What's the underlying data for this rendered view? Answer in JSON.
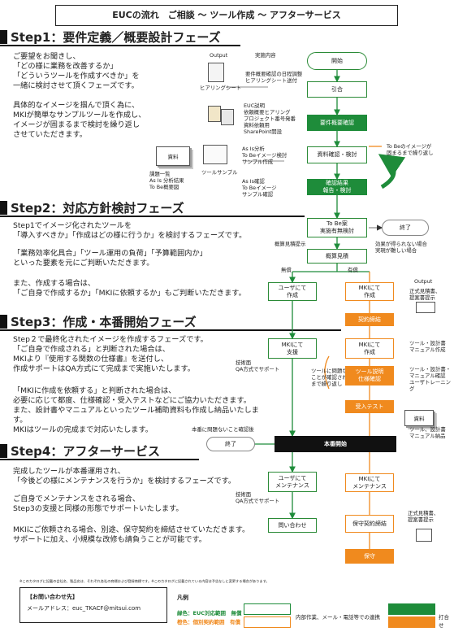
{
  "header": {
    "title": "EUCの流れ　ご相談 ～ ツール作成 ～ アフターサービス"
  },
  "steps": {
    "s1": {
      "title": "Step1：要件定義／概要設計フェーズ"
    },
    "s2": {
      "title": "Step2：対応方針検討フェーズ"
    },
    "s3": {
      "title": "Step3：作成・本番開始フェーズ"
    },
    "s4": {
      "title": "Step4：アフターサービス"
    }
  },
  "text": {
    "s1a": "ご要望をお聞きし、\n「どの様に業務を改善するか」\n「どういうツールを作成すべきか」を\n一緒に検討させて頂くフェーズです。",
    "s1b": "具体的なイメージを掴んで頂く為に、\nMKIが簡単なサンプルツールを作成し、\nイメージが固まるまで検討を繰り返し\nさせていただきます。",
    "s2a": "Step1でイメージ化されたツールを\n「導入すべきか」「作成はどの様に行うか」を検討するフェーズです。",
    "s2b": "「業務効率化具合」「ツール運用の負荷」「予算範囲内か」\nといった要素を元にご判断いただきます。",
    "s2c": "また、作成する場合は、\n「ご自身で作成するか」「MKIに依頼するか」もご判断いただきます。",
    "s3a": "Step２で最終化されたイメージを作成するフェーズです。\n「ご自身で作成される」と判断された場合は、\nMKIより『使用する関数の仕様書』を送付し、\n作成サポートはQA方式にて完成まで実施いたします。",
    "s3b": "「MKIに作成を依頼する」と判断された場合は、\n必要に応じて都度、仕様確認・受入テストなどにご協力いただきます。\nまた、設計書やマニュアルといったツール補助資料も作成し納品いたします。\nMKIはツールの完成まで対応いたします。",
    "s4a": "完成したツールが本番運用され、\n「今後どの様にメンテナンスを行うか」を検討するフェーズです。",
    "s4b": "ご自身でメンテナンスをされる場合、\nStep3の支援と同様の形態でサポートいたします。",
    "s4c": "MKIにご依頼される場合、別途、保守契約を締結させていただきます。\nサポートに加え、小規模な改修も請負うことが可能です。"
  },
  "diagram": {
    "output_label": "Output",
    "jisshi_label": "実施内容",
    "hearing_sheet": "ヒアリングシート",
    "item_hearing": "要件概要確認の日程調整\nヒアリングシート送付",
    "item_euc": "EUC説明\n依頼概要ヒアリング\nプロジェクト番号発番\n資料依頼用\nSharePoint開設",
    "item_asis": "As Is分析\nTo Beイメージ検討\nサンプル作成",
    "item_asis2": "As Is確認\nTo Beイメージ\nサンプル確認",
    "doc_shiryo": "資料",
    "doc_list": "課題一覧\nAs Is 分析結果\nTo Be概要図",
    "tool_sample": "ツールサンプル",
    "f_start": "開始",
    "f_hikitsugi": "引合",
    "f_youken": "要件概要確認",
    "f_shiryo": "資料確認・検討",
    "f_kakunin": "確認結果\n報告・検討",
    "loop_note": "To Beのイメージが\n固まるまで繰り返し",
    "f_tobe": "To Be案\n実施有無検討",
    "f_end1": "終了",
    "end1_note": "効果が得られない場合\n実現が難しい場合",
    "gaisan_note": "概算見積提示",
    "f_gaisan": "概算見積",
    "nashi": "無償",
    "ari": "有償",
    "output2": "Output",
    "f_user_make": "ユーザにて\n作成",
    "f_mki_make": "MKIにて\n作成",
    "out_seishiki": "正式見積書、\n提案書提示",
    "f_keiyaku": "契約締結",
    "f_mki_shien": "MKIにて\n支援",
    "qa_note1": "技術面\nQA方式でサポート",
    "f_mki_make2": "MKIにて\n作成",
    "tool_ok_note": "ツールに問題ない\nことが確認される\nまで繰り返し",
    "f_tool_setsumei": "ツール説明\n仕様確認",
    "tool_design": "ツール・設計書\nマニュアル作成",
    "tool_design2": "ツール・設計書・\nマニュアル確認\nユーザトレーニング",
    "f_ukeire": "受入テスト",
    "doc_shiryo2": "資料",
    "tool_design3": "ツール、設計書\nマニュアル納品",
    "end2_note": "本番に問題ないこと確認後",
    "f_end2": "終了",
    "f_honban": "本番開始",
    "f_user_maint": "ユーザにて\nメンテナンス",
    "f_mki_maint": "MKIにて\nメンテナンス",
    "qa_note2": "技術面\nQA方式でサポート",
    "f_toiawase": "問い合わせ",
    "f_hoshu_keiyaku": "保守契約締結",
    "out_seishiki2": "正式見積書、\n提案書提示",
    "f_hoshu": "保守"
  },
  "footer": {
    "disclaimer": "※このカタログに記載の会社名、製品名は、それぞれ各社の商標および登録商標です。※このカタログに記載されている内容は予告なしに変更する場合があります。",
    "contact_title": "【お問い合わせ先】",
    "contact_mail": "メールアドレス：euc_TKACF@mitsui.com",
    "legend_title": "凡例",
    "legend_green": "緑色：EUC対応範囲　無償",
    "legend_orange": "橙色：個別契約範囲　有償",
    "legend_box_note": "内部作業、メール・電話等での連携",
    "legend_meeting": "打合せ"
  },
  "colors": {
    "green": "#1e8c3a",
    "orange": "#f08a1e",
    "black": "#111111"
  }
}
